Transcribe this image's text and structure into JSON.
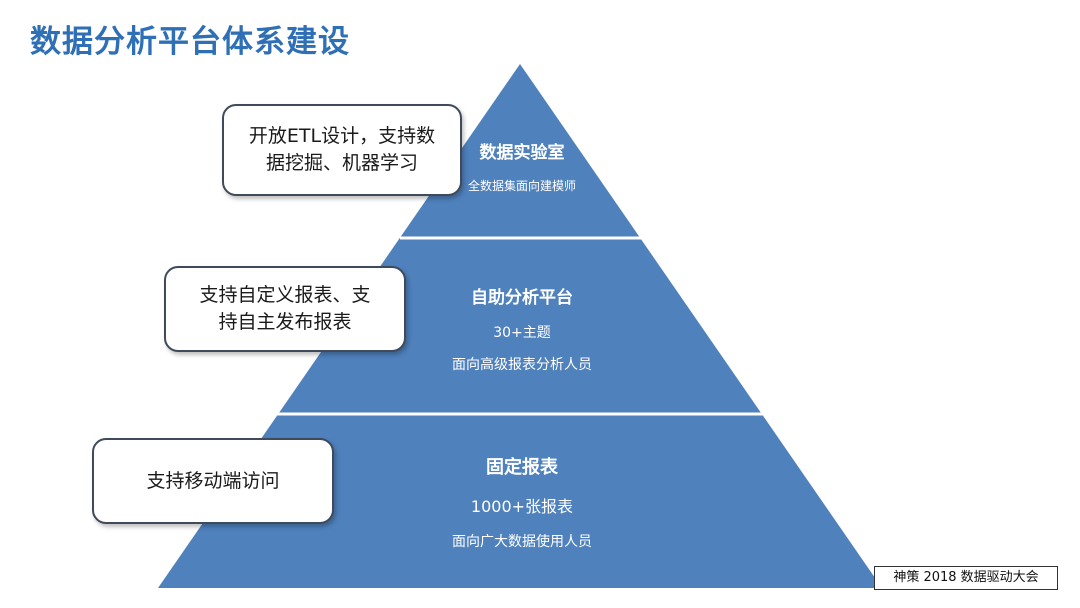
{
  "title": "数据分析平台体系建设",
  "colors": {
    "title": "#2f6fb5",
    "pyramid_fill": "#4f81bd",
    "divider": "#ffffff"
  },
  "tiers": [
    {
      "title": "数据实验室",
      "lines": [
        "全数据集面向建模师"
      ],
      "callout": [
        "开放ETL设计，支持数",
        "据挖掘、机器学习"
      ]
    },
    {
      "title": "自助分析平台",
      "lines": [
        "30+主题",
        "面向高级报表分析人员"
      ],
      "callout": [
        "支持自定义报表、支",
        "持自主发布报表"
      ]
    },
    {
      "title": "固定报表",
      "lines": [
        "1000+张报表",
        "面向广大数据使用人员"
      ],
      "callout": [
        "支持移动端访问"
      ]
    }
  ],
  "footer": "神策 2018 数据驱动大会"
}
